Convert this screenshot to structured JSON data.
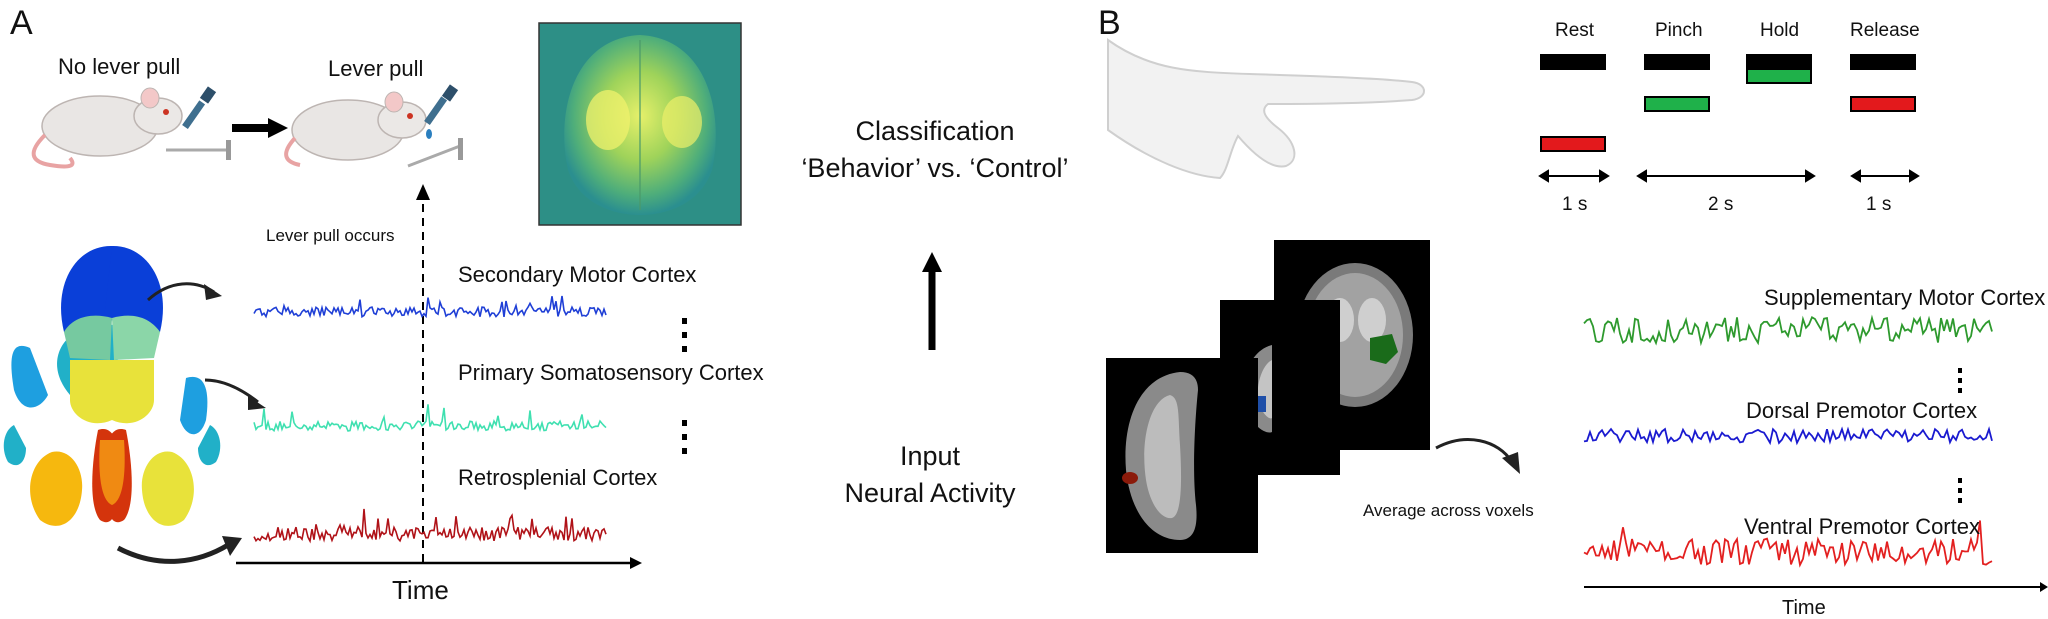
{
  "panel_a": {
    "letter": "A",
    "label_no_pull": "No lever pull",
    "label_pull": "Lever pull",
    "pull_marker": "Lever pull occurs",
    "regions": [
      {
        "name": "Secondary Motor Cortex",
        "color": "#1f3fd6"
      },
      {
        "name": "Primary Somatosensory Cortex",
        "color": "#3fe0b0"
      },
      {
        "name": "Retrosplenial Cortex",
        "color": "#b01218"
      }
    ],
    "time_label": "Time",
    "input_label_line1": "Input",
    "input_label_line2": "Neural Activity",
    "output_label_line1": "Classification",
    "output_label_line2": "‘Behavior’ vs. ‘Control’"
  },
  "panel_b": {
    "letter": "B",
    "phases": [
      {
        "name": "Rest"
      },
      {
        "name": "Pinch"
      },
      {
        "name": "Hold"
      },
      {
        "name": "Release"
      }
    ],
    "durations": [
      "1 s",
      "2 s",
      "1 s"
    ],
    "colors": {
      "black": "#000000",
      "green": "#1fb14a",
      "red": "#e3191c"
    },
    "average_label": "Average across voxels",
    "regions": [
      {
        "name": "Supplementary Motor Cortex",
        "color": "#2e9a2e"
      },
      {
        "name": "Dorsal Premotor Cortex",
        "color": "#1a1ad0"
      },
      {
        "name": "Ventral Premotor Cortex",
        "color": "#e32020"
      }
    ],
    "time_label": "Time"
  }
}
